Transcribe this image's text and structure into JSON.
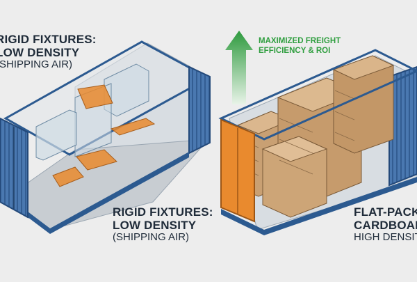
{
  "labels": {
    "top_left": {
      "line1": "RIGID FIXTURES:",
      "line2": "LOW DENSITY",
      "line3": "(SHIPPING AIR)"
    },
    "bottom_left": {
      "line1": "RIGID FIXTURES:",
      "line2": "LOW DENSITY",
      "line3": "(SHIPPING AIR)"
    },
    "bottom_right": {
      "line1": "FLAT-PACKED",
      "line2": "CARDBOARD:",
      "line3": "HIGH DENSITY"
    }
  },
  "callout": {
    "line1": "MAXIMIZED FREIGHT",
    "line2": "EFFICIENCY & ROI"
  },
  "colors": {
    "container_blue": "#3f6fa8",
    "container_dark": "#23497a",
    "cardboard": "#c9a073",
    "door_orange": "#e98a2e",
    "arrow_green": "#3a9f46",
    "glass": "#cfdbe4"
  },
  "icons": {
    "arrow": "up-arrow-icon"
  }
}
